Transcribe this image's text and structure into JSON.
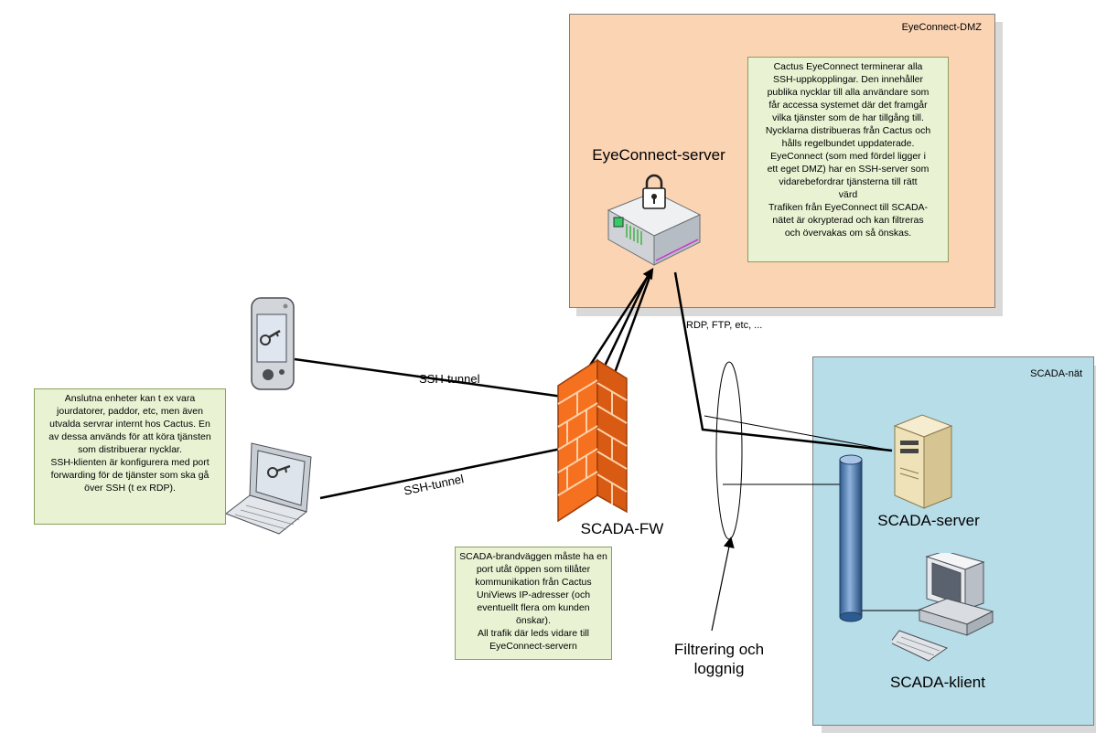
{
  "zones": {
    "dmz": {
      "label": "EyeConnect-DMZ",
      "fill": "#fbd4b4"
    },
    "scada_net": {
      "label": "SCADA-nät",
      "fill": "#b7dde8"
    }
  },
  "notes": {
    "dmz_note": [
      "Cactus EyeConnect terminerar alla",
      "SSH-uppkopplingar. Den innehåller",
      "publika nycklar till alla användare som",
      "får accessa systemet där det framgår",
      "vilka tjänster som de har tillgång till.",
      "Nycklarna distribueras från Cactus och",
      "hålls regelbundet uppdaterade.",
      "EyeConnect (som med fördel ligger i",
      "ett eget DMZ) har en SSH-server som",
      "vidarebefordrar tjänsterna till rätt",
      "värd",
      "Trafiken från EyeConnect till SCADA-",
      "nätet är okrypterad och kan filtreras",
      "och övervakas om så önskas."
    ],
    "client_note": [
      "Anslutna enheter kan t ex vara",
      "jourdatorer, paddor, etc, men även",
      "utvalda servrar internt hos Cactus. En",
      "av dessa används för att köra tjänsten",
      "som distribuerar nycklar.",
      "SSH-klienten är konfigurera med port",
      "forwarding  för de tjänster som ska gå",
      "över SSH (t ex RDP)."
    ],
    "fw_note": [
      "SCADA-brandväggen måste ha en",
      "port utåt öppen som tillåter",
      "kommunikation från Cactus",
      "UniViews IP-adresser (och",
      "eventuellt flera om kunden",
      "önskar).",
      "All trafik där leds vidare till",
      "EyeConnect-servern"
    ]
  },
  "labels": {
    "eyeconnect_server": "EyeConnect-server",
    "rdp": "RDP, FTP, etc, ...",
    "ssh_tunnel_1": "SSH-tunnel",
    "ssh_tunnel_2": "SSH-tunnel",
    "scada_fw": "SCADA-FW",
    "scada_server": "SCADA-server",
    "scada_client": "SCADA-klient",
    "filtering_line1": "Filtrering och",
    "filtering_line2": "loggnig"
  },
  "icons": {
    "eyeconnect_server": "lock-appliance-icon",
    "tablet": "pda-key-icon",
    "laptop": "laptop-key-icon",
    "firewall": "brick-firewall-icon",
    "scada_server": "tower-server-icon",
    "scada_client": "workstation-icon",
    "bus": "network-bus-icon"
  }
}
